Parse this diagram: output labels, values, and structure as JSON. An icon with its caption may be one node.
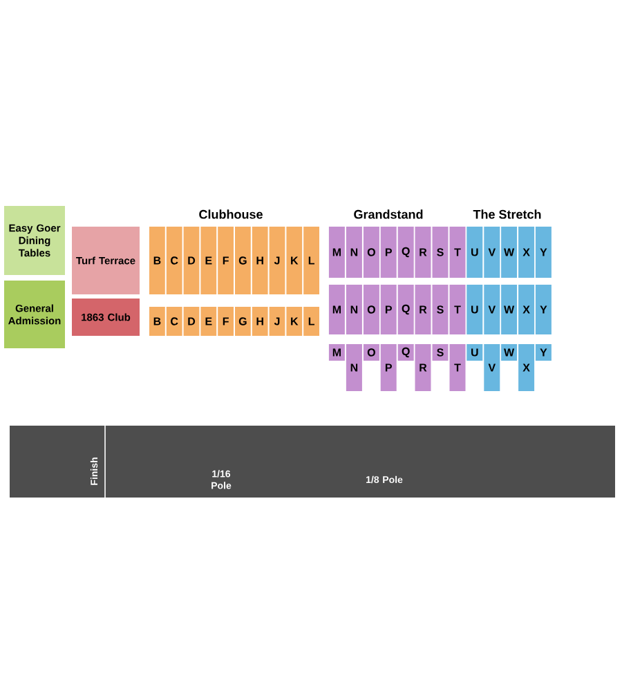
{
  "diagram": {
    "nodes": [
      {
        "text": [
          "Easy Goer Dining Tables"
        ]
      },
      {
        "text": [
          "Turf Terrace"
        ]
      },
      {
        "text": [
          "B"
        ]
      },
      {
        "text": [
          "C"
        ]
      },
      {
        "text": [
          "D"
        ]
      },
      {
        "text": [
          "E"
        ]
      },
      {
        "text": [
          "F"
        ]
      },
      {
        "text": [
          "G"
        ]
      },
      {
        "text": [
          "H"
        ]
      },
      {
        "text": [
          "J"
        ]
      },
      {
        "text": [
          "K"
        ]
      },
      {
        "text": [
          "L"
        ]
      },
      {
        "text": [
          "M"
        ]
      },
      {
        "text": [
          "N"
        ]
      },
      {
        "text": [
          "O"
        ]
      },
      {
        "text": [
          "P"
        ]
      },
      {
        "text": [
          "Q"
        ]
      },
      {
        "text": [
          "R"
        ]
      },
      {
        "text": [
          "S"
        ]
      },
      {
        "text": [
          "T"
        ]
      },
      {
        "text": [
          "U"
        ]
      },
      {
        "text": [
          "V"
        ]
      },
      {
        "text": [
          "W"
        ]
      },
      {
        "text": [
          "X"
        ]
      },
      {
        "text": [
          "Y"
        ]
      },
      {
        "text": [
          "General Admission"
        ]
      },
      {
        "text": [
          "1863 Club"
        ]
      },
      {
        "text": [
          "B"
        ]
      },
      {
        "text": [
          "C"
        ]
      },
      {
        "text": [
          "D"
        ]
      },
      {
        "text": [
          "E"
        ]
      },
      {
        "text": [
          "F"
        ]
      },
      {
        "text": [
          "G"
        ]
      },
      {
        "text": [
          "H"
        ]
      },
      {
        "text": [
          "J"
        ]
      },
      {
        "text": [
          "K"
        ]
      },
      {
        "text": [
          "L"
        ]
      },
      {
        "text": [
          "M"
        ]
      },
      {
        "text": [
          "N"
        ]
      },
      {
        "text": [
          "O"
        ]
      },
      {
        "text": [
          "P"
        ]
      },
      {
        "text": [
          "Q"
        ]
      },
      {
        "text": [
          "R"
        ]
      },
      {
        "text": [
          "S"
        ]
      },
      {
        "text": [
          "T"
        ]
      },
      {
        "text": [
          "U"
        ]
      },
      {
        "text": [
          "V"
        ]
      },
      {
        "text": [
          "W"
        ]
      },
      {
        "text": [
          "X"
        ]
      },
      {
        "text": [
          "Y"
        ]
      },
      {
        "text": [
          "M"
        ]
      },
      {
        "text": [
          "N"
        ]
      },
      {
        "text": [
          "O"
        ]
      },
      {
        "text": [
          "P"
        ]
      },
      {
        "text": [
          "Q"
        ]
      },
      {
        "text": [
          "R"
        ]
      },
      {
        "text": [
          "S"
        ]
      },
      {
        "text": [
          "T"
        ]
      },
      {
        "text": [
          "U"
        ]
      },
      {
        "text": [
          "V"
        ]
      },
      {
        "text": [
          "W"
        ]
      },
      {
        "text": [
          "X"
        ]
      },
      {
        "text": [
          "Y"
        ]
      },
      {
        "text": [
          "Finish",
          "1/16 Pole",
          "1/8 Pole"
        ]
      }
    ],
    "labels": [
      "Clubhouse",
      "Grandstand",
      "The Stretch"
    ]
  }
}
